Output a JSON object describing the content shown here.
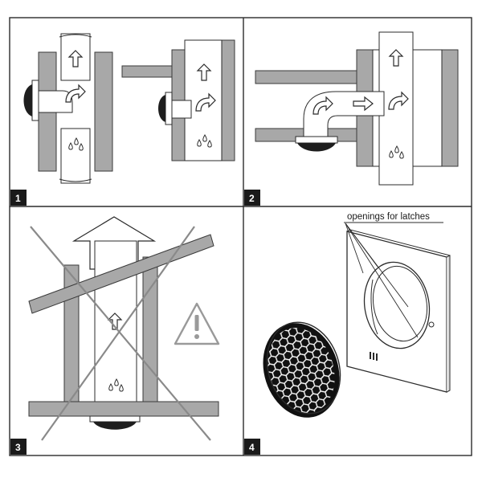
{
  "panels": [
    {
      "number": "1"
    },
    {
      "number": "2"
    },
    {
      "number": "3"
    },
    {
      "number": "4",
      "callout": "openings for latches"
    }
  ],
  "colors": {
    "wall": "#a8a8a8",
    "wall_stroke": "#3a3a3a",
    "line": "#2b2b2b",
    "prohibition_cross": "#8a8a8a",
    "warning_sign": "#9a9a9a",
    "badge": "#1a1a1a"
  },
  "icons": [
    "arrow-up-icon",
    "arrow-right-icon",
    "droplets-icon",
    "warning-icon",
    "cross-icon"
  ]
}
